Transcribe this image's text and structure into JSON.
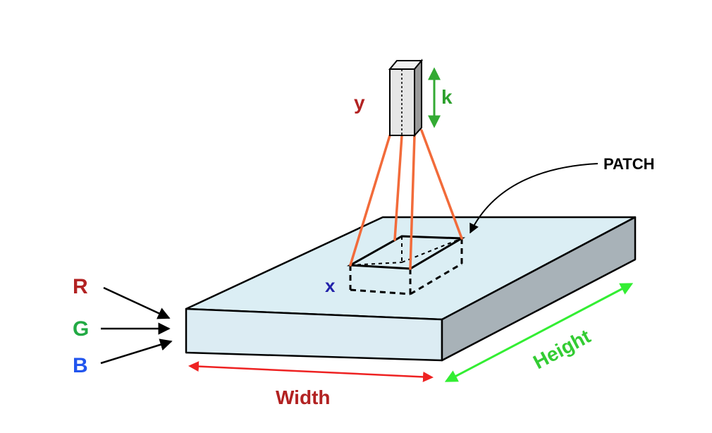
{
  "labels": {
    "y": "y",
    "k": "k",
    "patch": "PATCH",
    "x": "x",
    "r": "R",
    "g": "G",
    "b": "B",
    "width": "Width",
    "height": "Height"
  },
  "colors": {
    "block_top": "#dbeef4",
    "block_front": "#dcecf3",
    "block_side": "#a8b2b8",
    "kernel_front": "#e6e6e6",
    "kernel_side": "#9a9a9a",
    "projection_lines": "#f26b3a",
    "label_y": "#b22222",
    "label_k": "#2ca02c",
    "label_x": "#2222aa",
    "label_r": "#b22222",
    "label_g": "#22aa44",
    "label_b": "#2255ee",
    "arrow_k": "#33aa33",
    "arrow_width": "#ee2222",
    "arrow_height": "#33ee33",
    "label_width": "#b22222",
    "label_height": "#33cc33"
  }
}
